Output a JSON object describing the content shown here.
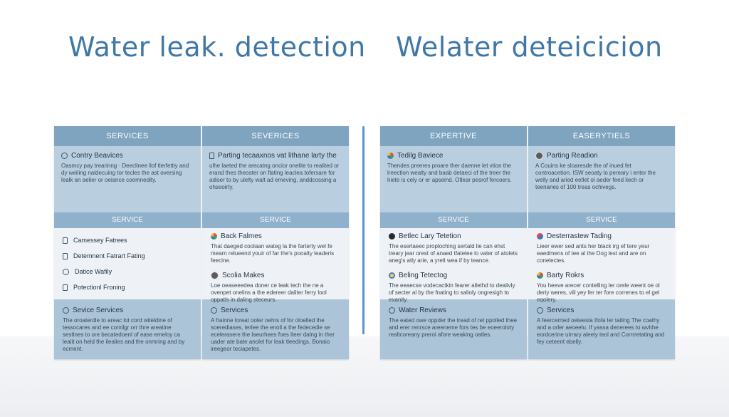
{
  "titles": {
    "left": "Water leak. detection",
    "right": "Welater deteicicion"
  },
  "columns": [
    {
      "header": "SERVICES",
      "top": {
        "icon": "ring-icon",
        "title": "Contry Beavices",
        "body": "Oasmcy pay trearinng · Deeclinee llof tlerfettiy and dy weiling naldecuing tor tecles the ast oversing lealk an aelier or oeiance coemnedity."
      },
      "mid_header": "SERVICE",
      "mid_rows": [
        {
          "icon": "document-icon",
          "label": "Camessey Fatrees"
        },
        {
          "icon": "document-icon",
          "label": "Detemnent Fatrart Fating"
        },
        {
          "icon": "ring-icon",
          "label": "Datice Wafily"
        },
        {
          "icon": "document-icon",
          "label": "Potectionl Froning"
        }
      ],
      "bottom": {
        "title": "Sevice Services",
        "body": "The oroaterdle to areac lot cord witeldine of tessocares and ee comilgr orr thre areatine sestlnes to ore becatedoenl of ease emeloy ca lealit on held the ilealies and the onmring and by ecment."
      }
    },
    {
      "header": "SEVERICES",
      "top": {
        "icon": "document-icon",
        "title": "Parting tecaaxnos vat lithane larty the",
        "body": "ulhe laeted the arecatng oncior onelite to realited or erand thes theoster on flating leaclea tofersare for adiser to by ulelty walt ad emeving, anddcossing a ohseoirty."
      },
      "mid_header": "SERVICE",
      "mid_rows": [
        {
          "icon": "globe-icon",
          "title": "Back Falmes",
          "body": "That daeged coolaan wateg la the farterty wel fe mearn relueend youir of far the's pooalty leaderis feecine."
        },
        {
          "icon": "person-icon",
          "title": "Scolia Makes",
          "body": "Loe oeaseeedea doner ce leak tech the ne a ovenpet onelins a the edereer daliter ferry lool oppatls in daling steceurs."
        }
      ],
      "bottom": {
        "title": "Services",
        "body": "A frainne loreat ooler oehrs of for oloelled the soerediases, terlee the enoil a the fedecedie se ecelerasere the laeurhees foes lteer dalng in ther uader ate bate anolel for leak tleedings. Bonaio ireegeor teciapetes."
      }
    },
    {
      "header": "EXPERTIVE",
      "top": {
        "icon": "globe-icon",
        "title": "Tedilg Baviece",
        "body": "Thendes preeres proare ther daenne let vtion the lreection wealty and baab detaeci of the treer the hiete is cely or er apseind. Otlear pesrof fercoers."
      },
      "mid_header": "SERVICE",
      "mid_rows": [
        {
          "icon": "stop-icon",
          "title": "Betlec Lary Tetetion",
          "body": "The eserlaeec proploching sertald lie can ehst treary jear orest of anaed tfatelee lo vater of atolets aneg's atly arie, a yrelt wea if by teance."
        },
        {
          "icon": "sun-icon",
          "title": "Beling Tetectog",
          "body": "The eeaecse vodecactkin fearer allethd to dealivly of secter al by the fnating to salioly ongresigh to exanity."
        }
      ],
      "bottom": {
        "title": "Water Reviews",
        "body": "The eated owe oppder the tread of ret ppolled thee and erer renrsce areeneme fors tes be eoeeroloty realtcoreany preroi afore weaking oatles."
      }
    },
    {
      "header": "EASERYTIELS",
      "top": {
        "icon": "person-icon",
        "title": "Parting Readion",
        "body": "A Couins ke sloaresde the of inued fet controacetion. ISW seoaty lo pereary i enter the welly and aried eetlet ol aeder feed liech or teenanes of 100 treas ochivegs."
      },
      "mid_header": "SERVICE",
      "mid_rows": [
        {
          "icon": "pencil-icon",
          "title": "Desterrastew Tading",
          "body": "Lieer ewer sed ants her black irg ef tere yeur eaedmens of tee al the Dog lest and are on conelectes."
        },
        {
          "icon": "globe-icon",
          "title": "Barty Rokrs",
          "body": "You heeve arecer contelling ler orele weent oe ol deriy weres, vili yey fer ter fore correnes to el gel eqolery."
        }
      ],
      "bottom": {
        "title": "Services",
        "body": "A feercerrted oeteesta tfofa ler tailing The coathy and a orler aeoeelu. If yassa denerees to wvhhe eordcerine uirrary aleeiy teol and Corrrretating and fey ceteent ebelly."
      }
    }
  ]
}
